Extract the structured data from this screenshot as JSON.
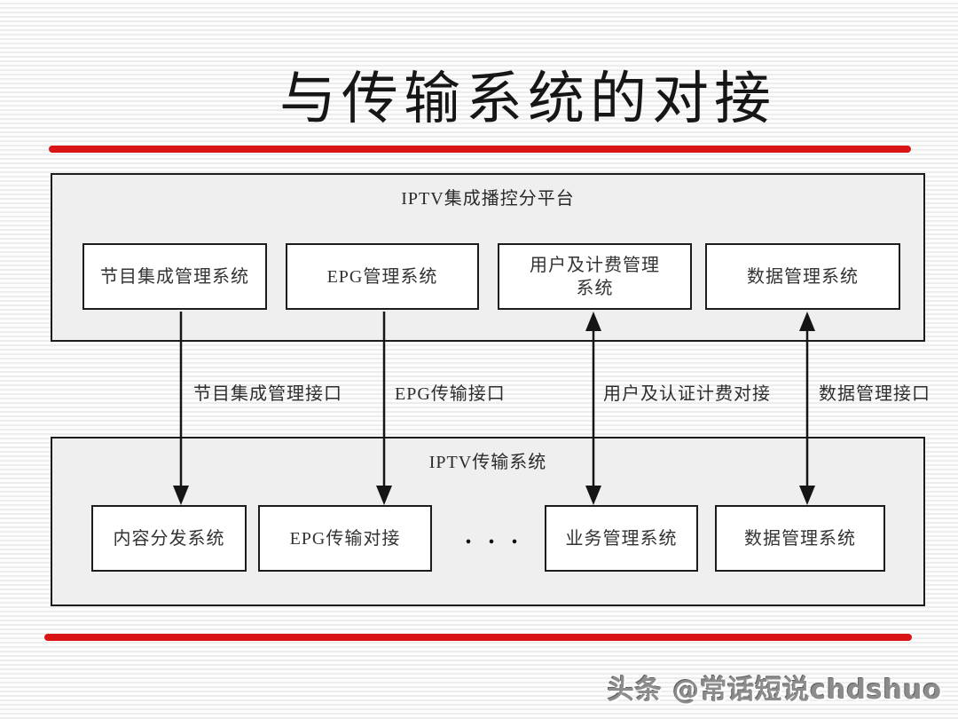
{
  "page": {
    "title": "与传输系统的对接",
    "watermark": "头条 @常话短说chdshuo"
  },
  "colors": {
    "accent_red": "#d81414",
    "border_dark": "#1c1c1c",
    "container_fill": "#efefef",
    "box_fill": "#ffffff"
  },
  "platform": {
    "label": "IPTV集成播控分平台",
    "systems": [
      {
        "name": "节目集成管理系统"
      },
      {
        "name": "EPG管理系统"
      },
      {
        "name": "用户及计费管理\n系统"
      },
      {
        "name": "数据管理系统"
      }
    ]
  },
  "transport": {
    "label": "IPTV传输系统",
    "ellipsis": ". . .",
    "systems": [
      {
        "name": "内容分发系统"
      },
      {
        "name": "EPG传输对接"
      },
      {
        "name": "业务管理系统"
      },
      {
        "name": "数据管理系统"
      }
    ]
  },
  "interfaces": [
    {
      "label": "节目集成管理接口",
      "direction": "down"
    },
    {
      "label": "EPG传输接口",
      "direction": "down"
    },
    {
      "label": "用户及认证计费对接",
      "direction": "both"
    },
    {
      "label": "数据管理接口",
      "direction": "both"
    }
  ]
}
